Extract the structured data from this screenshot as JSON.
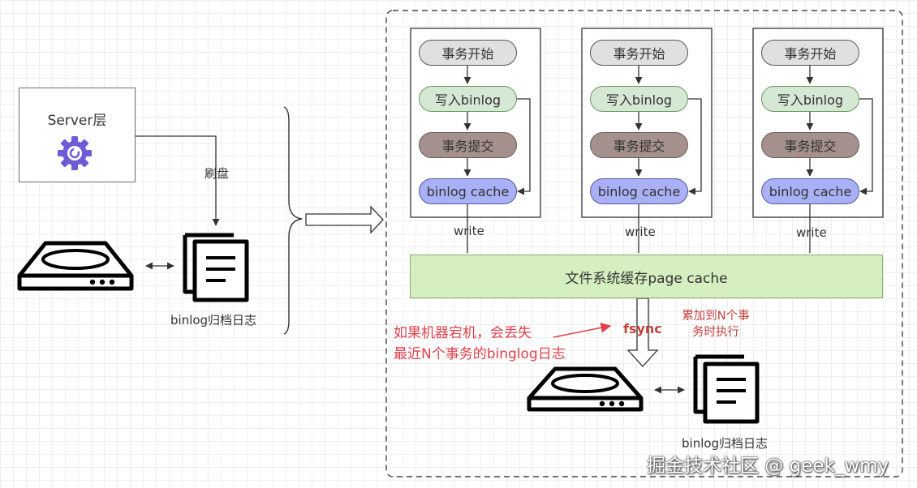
{
  "server": {
    "label": "Server层",
    "icon": "gear-icon"
  },
  "flush_label": "刷盘",
  "archive_label": "binlog归档日志",
  "transactions": [
    {
      "start": "事务开始",
      "write_binlog": "写入binlog",
      "commit": "事务提交",
      "cache": "binlog cache",
      "write_label": "write"
    },
    {
      "start": "事务开始",
      "write_binlog": "写入binlog",
      "commit": "事务提交",
      "cache": "binlog cache",
      "write_label": "write"
    },
    {
      "start": "事务开始",
      "write_binlog": "写入binlog",
      "commit": "事务提交",
      "cache": "binlog cache",
      "write_label": "write"
    }
  ],
  "page_cache": "文件系统缓存page cache",
  "fsync": "fsync",
  "accumulate_note": [
    "累加到N个事",
    "务时执行"
  ],
  "crash_note": [
    "如果机器宕机，会丢失",
    "最近N个事务的binglog日志"
  ],
  "bottom_archive_label": "binlog归档日志",
  "watermark": "掘金技术社区 @ geek_wmy",
  "colors": {
    "start_fill": "#e0e0e0",
    "write_fill": "#d5e8d4",
    "commit_fill": "#a4918d",
    "cache_fill": "#a9b0f6",
    "page_cache_fill": "#d5efc0",
    "note_red": "#e0414b",
    "icon_purple": "#6f5bd6"
  }
}
